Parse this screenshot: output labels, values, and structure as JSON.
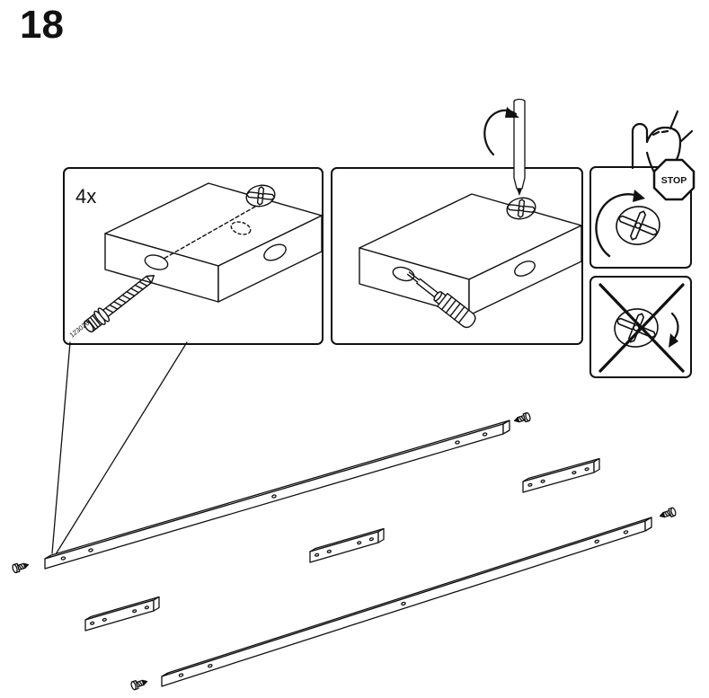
{
  "page": {
    "step_number": "18",
    "background_color": "#ffffff",
    "line_color": "#111111"
  },
  "callouts": {
    "insert_fitting": {
      "quantity_label": "4x",
      "part_number": "123026"
    },
    "stop_panel": {
      "stop_label": "STOP"
    }
  },
  "icons": {
    "cam_lock": "cam-lock-icon",
    "double_ended_bolt": "double-ended-bolt-icon",
    "screwdriver": "screwdriver-icon",
    "rotation_arrow": "rotation-arrow-icon",
    "pointing_hand": "pointing-hand-icon",
    "stop_sign": "stop-sign-octagon",
    "do_not_cross": "cross-out-icon",
    "rails": "bed-rail-icon",
    "screws": "screw-icon"
  }
}
